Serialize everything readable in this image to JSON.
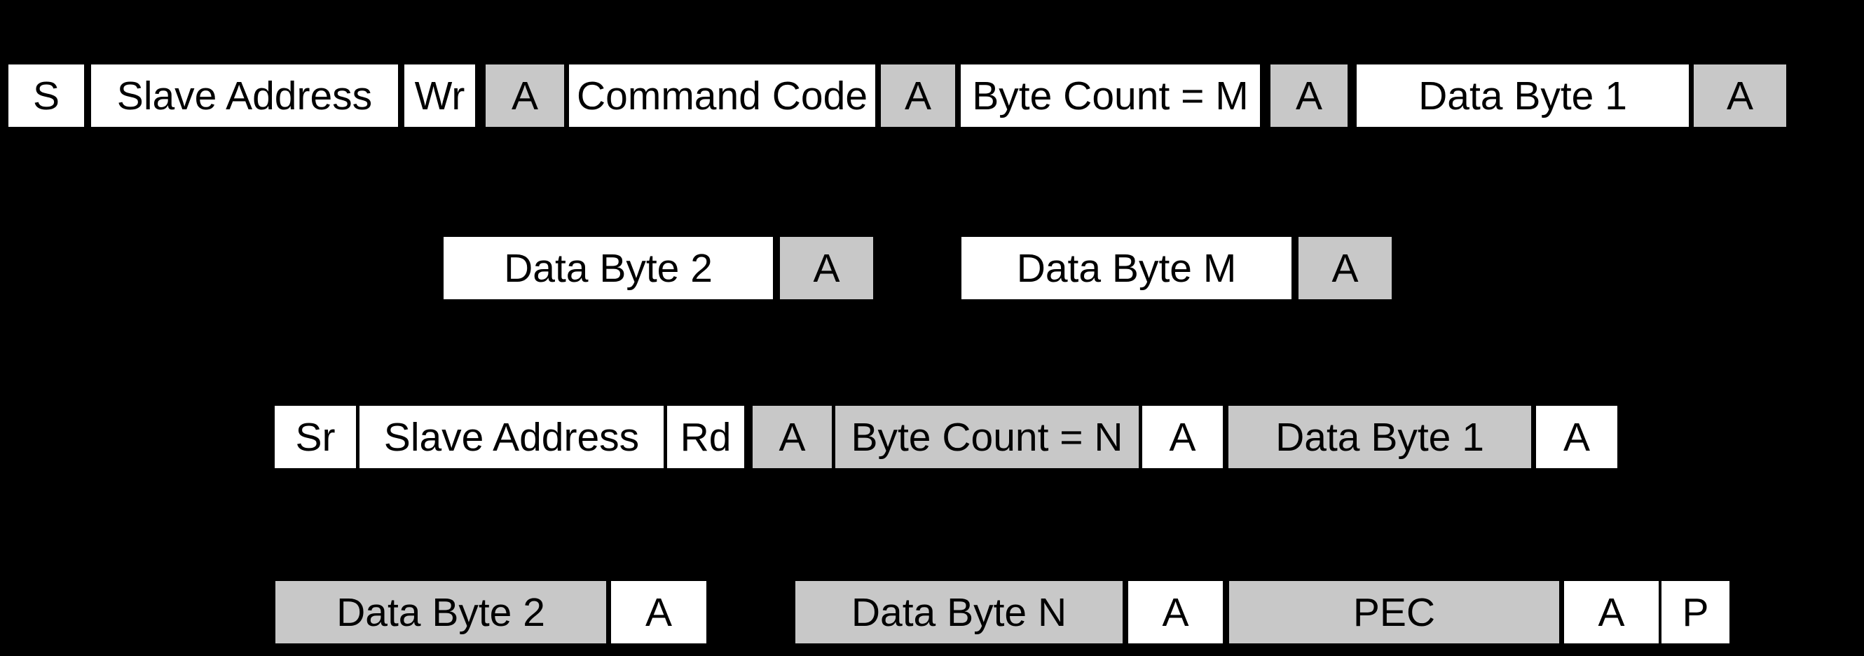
{
  "diagram": {
    "description": "SMBus block write / block read process call frame diagram",
    "colors": {
      "background": "#000000",
      "master_box": "#ffffff",
      "slave_box": "#c8c8c8",
      "box_text": "#000000"
    },
    "rows": [
      {
        "boxes": [
          {
            "label": "S",
            "role": "master"
          },
          {
            "label": "Slave Address",
            "role": "master"
          },
          {
            "label": "Wr",
            "role": "master"
          },
          {
            "label": "A",
            "role": "slave"
          },
          {
            "label": "Command Code",
            "role": "master"
          },
          {
            "label": "A",
            "role": "slave"
          },
          {
            "label": "Byte Count = M",
            "role": "master"
          },
          {
            "label": "A",
            "role": "slave"
          },
          {
            "label": "Data Byte 1",
            "role": "master"
          },
          {
            "label": "A",
            "role": "slave"
          }
        ]
      },
      {
        "boxes": [
          {
            "label": "Data Byte 2",
            "role": "master"
          },
          {
            "label": "A",
            "role": "slave"
          },
          {
            "label": "Data Byte M",
            "role": "master"
          },
          {
            "label": "A",
            "role": "slave"
          }
        ]
      },
      {
        "boxes": [
          {
            "label": "Sr",
            "role": "master"
          },
          {
            "label": "Slave Address",
            "role": "master"
          },
          {
            "label": "Rd",
            "role": "master"
          },
          {
            "label": "A",
            "role": "slave"
          },
          {
            "label": "Byte Count = N",
            "role": "slave"
          },
          {
            "label": "A",
            "role": "master"
          },
          {
            "label": "Data Byte 1",
            "role": "slave"
          },
          {
            "label": "A",
            "role": "master"
          }
        ]
      },
      {
        "boxes": [
          {
            "label": "Data Byte 2",
            "role": "slave"
          },
          {
            "label": "A",
            "role": "master"
          },
          {
            "label": "Data Byte N",
            "role": "slave"
          },
          {
            "label": "A",
            "role": "master"
          },
          {
            "label": "PEC",
            "role": "slave"
          },
          {
            "label": "A",
            "role": "master"
          },
          {
            "label": "P",
            "role": "master"
          }
        ]
      }
    ]
  }
}
